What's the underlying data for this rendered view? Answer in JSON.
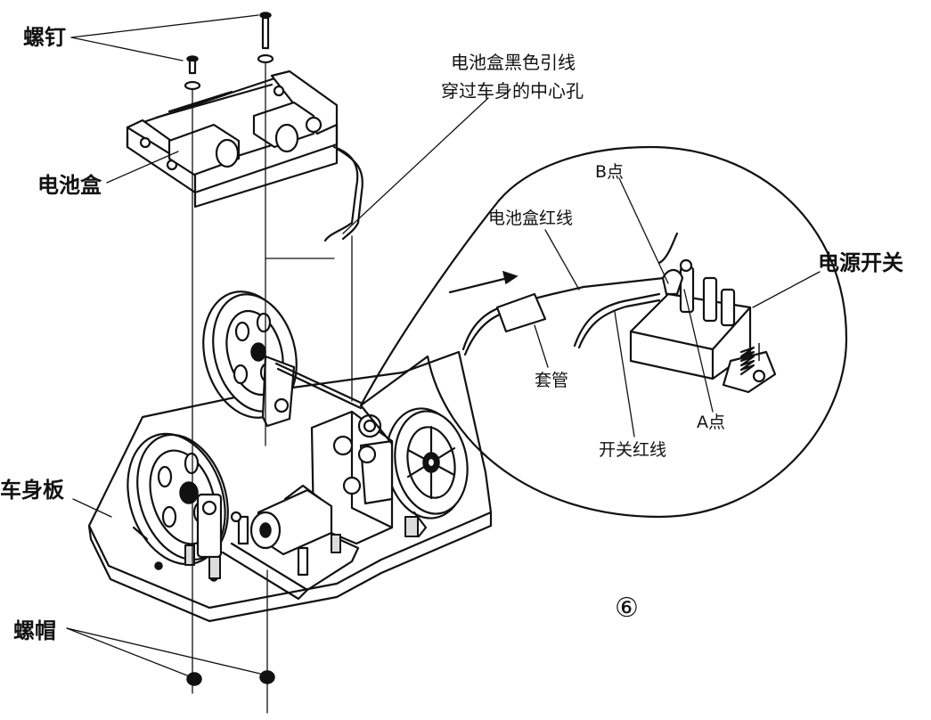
{
  "colors": {
    "line": "#111111",
    "background": "#ffffff"
  },
  "labels": {
    "screw": "螺钉",
    "battery_lead_line1": "电池盒黑色引线",
    "battery_lead_line2": "穿过车身的中心孔",
    "battery_box": "电池盒",
    "point_b": "B点",
    "battery_red_wire": "电池盒红线",
    "power_switch": "电源开关",
    "sleeve": "套管",
    "point_a": "A点",
    "switch_red_wire": "开关红线",
    "body_plate": "车身板",
    "nut": "螺帽",
    "figure_number": "⑥"
  }
}
